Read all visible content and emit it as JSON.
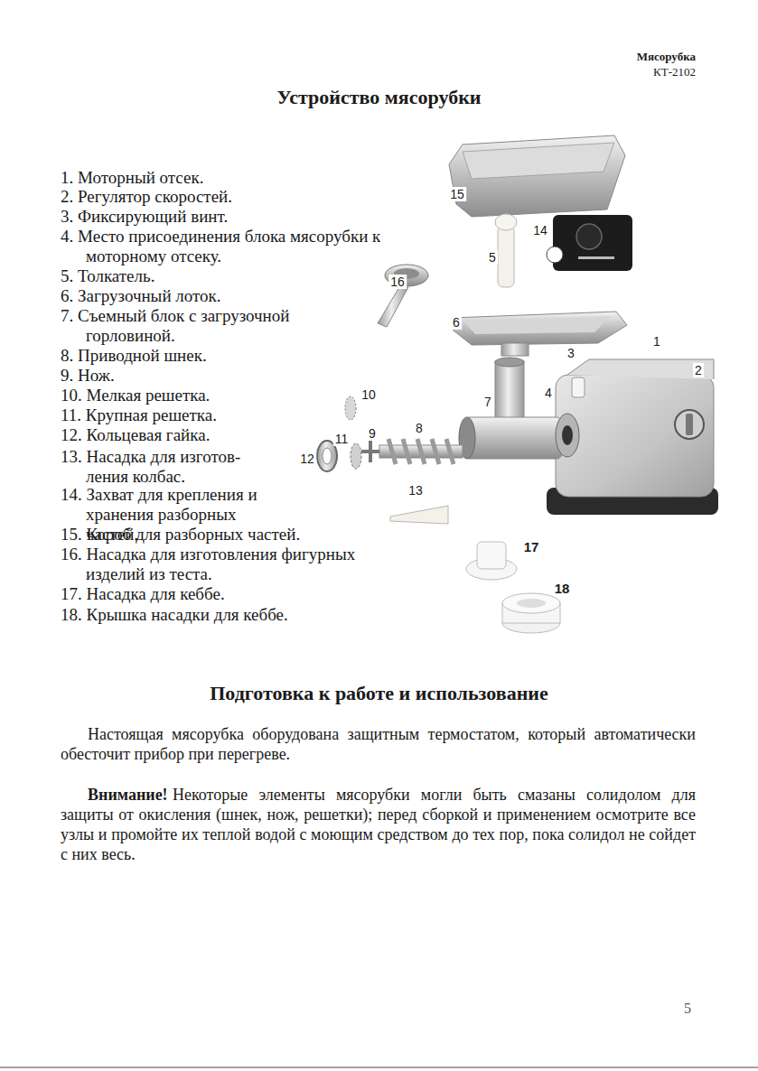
{
  "diagram": {
    "title": "Устройство мясорубки",
    "labels": [
      "Мясорубка",
      "КТ-2102",
      "1. Моторный отсек.",
      "2. Регулятор скоростей.",
      "3. Фиксирующий винт.",
      "4. Место присоединения блока мясорубки к моторному отсеку.",
      "5. Толкатель.",
      "6. Загрузочный лоток.",
      "7. Съемный блок с загрузочной горловиной.",
      "8. Приводной шнек.",
      "9. Нож.",
      "10. Мелкая решетка.",
      "11. Крупная решетка.",
      "12. Кольцевая гайка.",
      "13. Насадка для изготов- ления колбас.",
      "14. Захват для крепления и хранения разборных частей.",
      "15. Короб для разборных частей.",
      "16. Насадка для изготовления фигурных изделий из теста.",
      "17. Насадка для кеббе.",
      "18. Крышка насадки для кеббе.",
      "15",
      "14",
      "5",
      "16",
      "6",
      "1",
      "3",
      "2",
      "4",
      "7",
      "10",
      "9",
      "8",
      "12",
      "11",
      "13",
      "17",
      "18",
      "Подготовка к работе и использование",
      "Настоящая мясорубка оборудована защитным термостатом, который автоматически обесточит прибор при перегреве.",
      "Внимание!",
      "Некоторые элементы мясорубки могли быть смазаны солидолом для защиты от окисления (шнек, нож, решетки); перед сборкой и применением осмотрите все узлы и промойте их теплой водой с моющим средством до тех пор, пока солидол не сойдет с них весь.",
      "5"
    ]
  }
}
